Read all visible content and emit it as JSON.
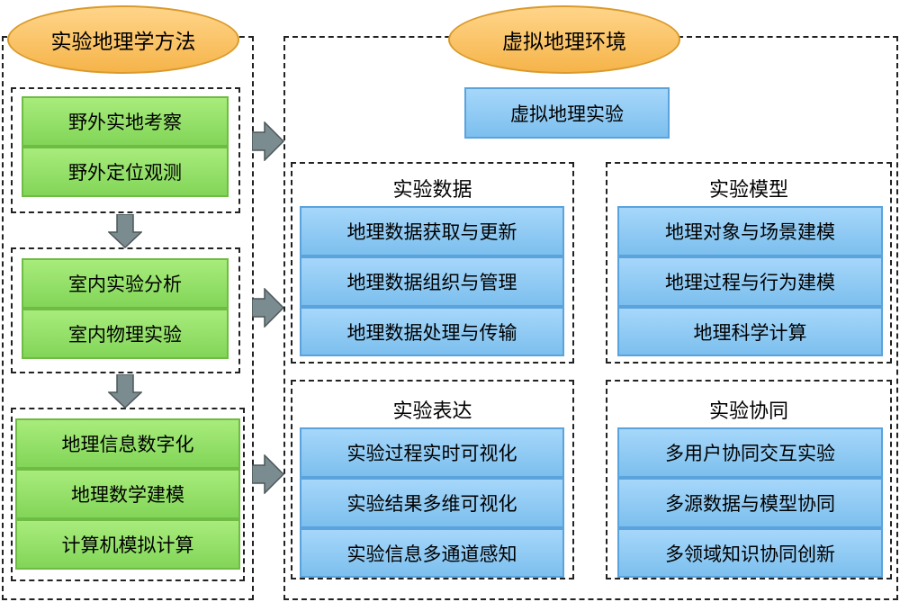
{
  "methods": {
    "title": "实验地理学方法",
    "groups": [
      {
        "items": [
          "野外实地考察",
          "野外定位观测"
        ]
      },
      {
        "items": [
          "室内实验分析",
          "室内物理实验"
        ]
      },
      {
        "items": [
          "地理信息数字化",
          "地理数学建模",
          "计算机模拟计算"
        ]
      }
    ]
  },
  "environment": {
    "title": "虚拟地理环境",
    "top_box": "虚拟地理实验",
    "panels": [
      {
        "title": "实验数据",
        "items": [
          "地理数据获取与更新",
          "地理数据组织与管理",
          "地理数据处理与传输"
        ]
      },
      {
        "title": "实验模型",
        "items": [
          "地理对象与场景建模",
          "地理过程与行为建模",
          "地理科学计算"
        ]
      },
      {
        "title": "实验表达",
        "items": [
          "实验过程实时可视化",
          "实验结果多维可视化",
          "实验信息多通道感知"
        ]
      },
      {
        "title": "实验协同",
        "items": [
          "多用户协同交互实验",
          "多源数据与模型协同",
          "多领域知识协同创新"
        ]
      }
    ]
  },
  "colors": {
    "green_fill": "#95e16b",
    "blue_fill": "#8fcaf4",
    "ellipse_fill": "#f8c15f",
    "arrow_fill": "#7b8c91"
  }
}
